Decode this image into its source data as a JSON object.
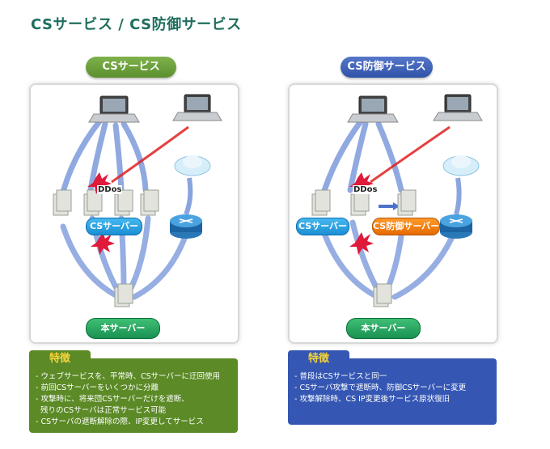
{
  "page": {
    "title": "CSサービス / CS防御サービス"
  },
  "left": {
    "heading": "CSサービス",
    "ddos_label": "DDos",
    "cs_server_label": "CSサーバー",
    "main_server_label": "本サーバー",
    "feature": {
      "title": "特徴",
      "items": [
        "- ウェブサービスを、平常時、CSサーバーに迂回使用",
        "- 前回CSサーバーをいくつかに分離",
        "- 攻撃時に、将来団CSサーバーだけを遮断、",
        "  残りのCSサーバは正常サービス可能",
        "- CSサーバの遮断解除の際、IP変更してサービス"
      ]
    }
  },
  "right": {
    "heading": "CS防御サービス",
    "ddos_label": "DDos",
    "cs_server_label": "CSサーバー",
    "defense_server_label": "CS防御サーバー",
    "main_server_label": "本サーバー",
    "feature": {
      "title": "特徴",
      "items": [
        "- 普段はCSサービスと同一",
        "- CSサーバ攻撃で遮断時、防御CSサーバーに変更",
        "- 攻撃解除時、CS IP変更後サービス原状復旧"
      ]
    }
  },
  "colors": {
    "title": "#1f6e5e",
    "green": "#5b8a26",
    "blue": "#3557b3",
    "arrow_blue": "#5b7fcf",
    "attack_red": "#e02020"
  }
}
